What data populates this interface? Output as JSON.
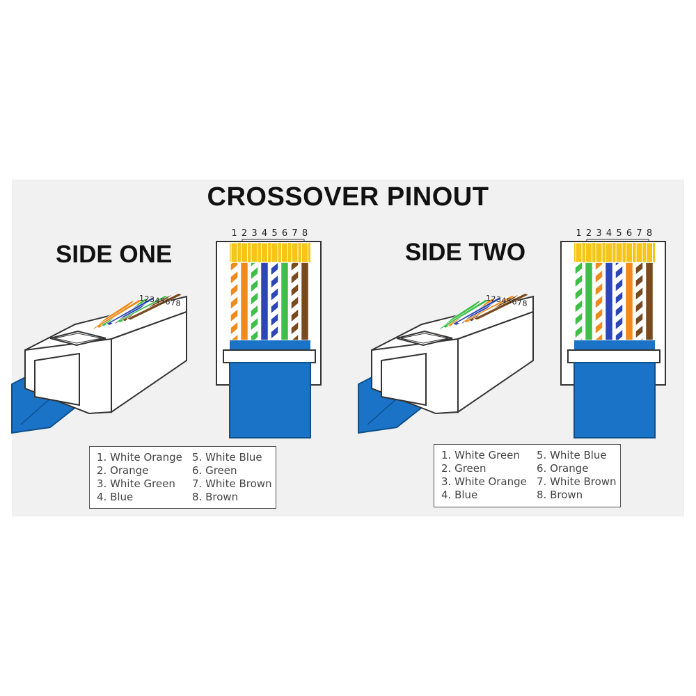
{
  "title": "CROSSOVER PINOUT",
  "side_one": {
    "title": "SIDE ONE",
    "pin_numbers": [
      "1",
      "2",
      "3",
      "4",
      "5",
      "6",
      "7",
      "8"
    ],
    "pins": [
      {
        "label": "1. White Orange",
        "color": "#f08a1c",
        "striped": true
      },
      {
        "label": "2. Orange",
        "color": "#f08a1c",
        "striped": false
      },
      {
        "label": "3. White Green",
        "color": "#3fbf4a",
        "striped": true
      },
      {
        "label": "4. Blue",
        "color": "#2c46b5",
        "striped": false
      },
      {
        "label": "5. White Blue",
        "color": "#2c46b5",
        "striped": true
      },
      {
        "label": "6. Green",
        "color": "#3fbf4a",
        "striped": false
      },
      {
        "label": "7. White Brown",
        "color": "#7a4a1f",
        "striped": true
      },
      {
        "label": "8. Brown",
        "color": "#7a4a1f",
        "striped": false
      }
    ]
  },
  "side_two": {
    "title": "SIDE TWO",
    "pin_numbers": [
      "1",
      "2",
      "3",
      "4",
      "5",
      "6",
      "7",
      "8"
    ],
    "pins": [
      {
        "label": "1. White Green",
        "color": "#3fbf4a",
        "striped": true
      },
      {
        "label": "2. Green",
        "color": "#3fbf4a",
        "striped": false
      },
      {
        "label": "3. White Orange",
        "color": "#f08a1c",
        "striped": true
      },
      {
        "label": "4. Blue",
        "color": "#2c46b5",
        "striped": false
      },
      {
        "label": "5. White Blue",
        "color": "#2c46b5",
        "striped": true
      },
      {
        "label": "6. Orange",
        "color": "#f08a1c",
        "striped": false
      },
      {
        "label": "7. White Brown",
        "color": "#7a4a1f",
        "striped": true
      },
      {
        "label": "8. Brown",
        "color": "#7a4a1f",
        "striped": false
      }
    ]
  },
  "colors": {
    "background": "#f1f1f1",
    "cable_blue": "#1a73c7",
    "contact_gold": "#f7c518",
    "connector_body": "#ffffff",
    "outline": "#444444"
  }
}
